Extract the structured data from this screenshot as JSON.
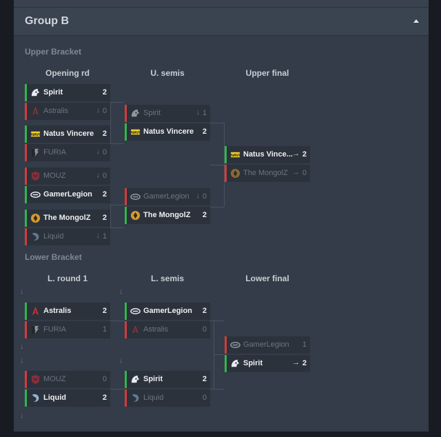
{
  "group": {
    "title": "Group B"
  },
  "upper": {
    "label": "Upper Bracket",
    "rounds": [
      "Opening rd",
      "U. semis",
      "Upper final"
    ],
    "matches": [
      {
        "teams": [
          {
            "name": "Spirit",
            "logo": "spirit",
            "score": "2",
            "result": "win",
            "arrow": ""
          },
          {
            "name": "Astralis",
            "logo": "astralis",
            "score": "0",
            "result": "lose",
            "arrow": "↓"
          }
        ]
      },
      {
        "teams": [
          {
            "name": "Natus Vincere",
            "logo": "navi",
            "score": "2",
            "result": "win",
            "arrow": ""
          },
          {
            "name": "FURIA",
            "logo": "furia",
            "score": "0",
            "result": "lose",
            "arrow": "↓"
          }
        ]
      },
      {
        "teams": [
          {
            "name": "MOUZ",
            "logo": "mouz",
            "score": "0",
            "result": "lose",
            "arrow": "↓"
          },
          {
            "name": "GamerLegion",
            "logo": "gamerlegion",
            "score": "2",
            "result": "win",
            "arrow": ""
          }
        ]
      },
      {
        "teams": [
          {
            "name": "The MongolZ",
            "logo": "mongolz",
            "score": "2",
            "result": "win",
            "arrow": ""
          },
          {
            "name": "Liquid",
            "logo": "liquid",
            "score": "1",
            "result": "lose",
            "arrow": "↓"
          }
        ]
      },
      {
        "teams": [
          {
            "name": "Spirit",
            "logo": "spirit",
            "score": "1",
            "result": "lose",
            "arrow": "↓"
          },
          {
            "name": "Natus Vincere",
            "logo": "navi",
            "score": "2",
            "result": "win",
            "arrow": ""
          }
        ]
      },
      {
        "teams": [
          {
            "name": "GamerLegion",
            "logo": "gamerlegion",
            "score": "0",
            "result": "lose",
            "arrow": "↓"
          },
          {
            "name": "The MongolZ",
            "logo": "mongolz",
            "score": "2",
            "result": "win",
            "arrow": ""
          }
        ]
      },
      {
        "teams": [
          {
            "name": "Natus Vince...",
            "logo": "navi",
            "score": "2",
            "result": "win",
            "arrow": "→"
          },
          {
            "name": "The MongolZ",
            "logo": "mongolz",
            "score": "0",
            "result": "lose",
            "arrow": "→"
          }
        ]
      }
    ]
  },
  "lower": {
    "label": "Lower Bracket",
    "rounds": [
      "L. round 1",
      "L. semis",
      "Lower final"
    ],
    "pending_arrow": "↓",
    "matches": [
      {
        "teams": [
          {
            "name": "Astralis",
            "logo": "astralis",
            "score": "2",
            "result": "win",
            "arrow": ""
          },
          {
            "name": "FURIA",
            "logo": "furia",
            "score": "1",
            "result": "lose",
            "arrow": ""
          }
        ]
      },
      {
        "teams": [
          {
            "name": "MOUZ",
            "logo": "mouz",
            "score": "0",
            "result": "lose",
            "arrow": ""
          },
          {
            "name": "Liquid",
            "logo": "liquid",
            "score": "2",
            "result": "win",
            "arrow": ""
          }
        ]
      },
      {
        "teams": [
          {
            "name": "GamerLegion",
            "logo": "gamerlegion",
            "score": "2",
            "result": "win",
            "arrow": ""
          },
          {
            "name": "Astralis",
            "logo": "astralis",
            "score": "0",
            "result": "lose",
            "arrow": ""
          }
        ]
      },
      {
        "teams": [
          {
            "name": "Spirit",
            "logo": "spirit",
            "score": "2",
            "result": "win",
            "arrow": ""
          },
          {
            "name": "Liquid",
            "logo": "liquid",
            "score": "0",
            "result": "lose",
            "arrow": ""
          }
        ]
      },
      {
        "teams": [
          {
            "name": "GamerLegion",
            "logo": "gamerlegion",
            "score": "1",
            "result": "lose",
            "arrow": ""
          },
          {
            "name": "Spirit",
            "logo": "spirit",
            "score": "2",
            "result": "win",
            "arrow": "→"
          }
        ]
      }
    ]
  },
  "colors": {
    "win": "#2fb84b",
    "lose": "#d83a3a",
    "panel": "#333c48",
    "card": "#2b323c"
  }
}
